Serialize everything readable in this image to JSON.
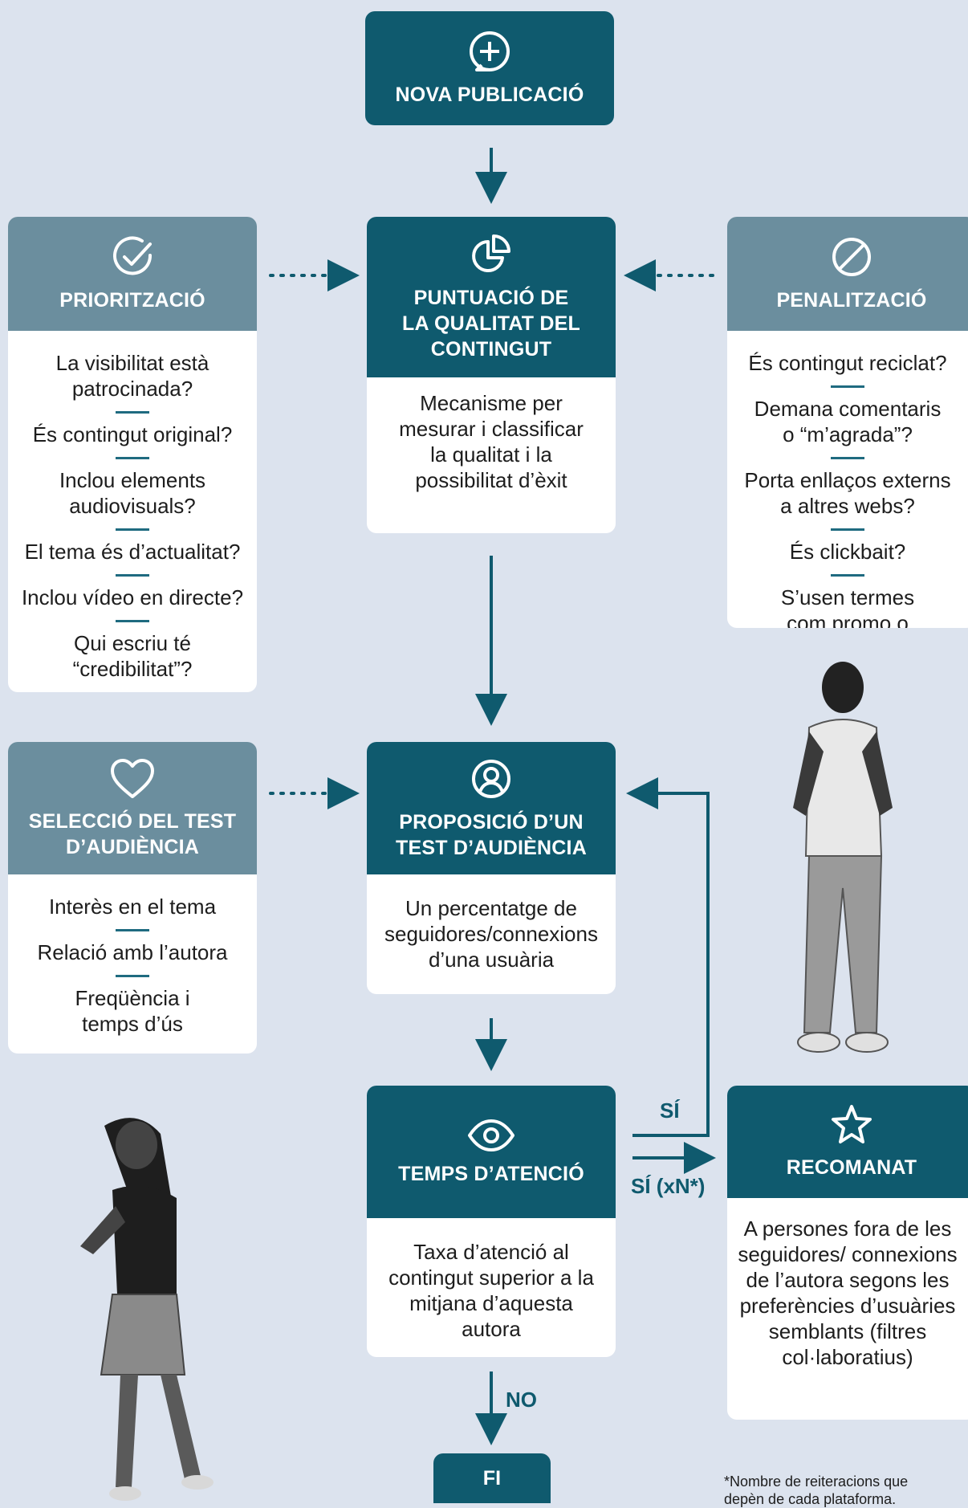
{
  "nodes": {
    "start": {
      "title": "NOVA PUBLICACIÓ",
      "icon": "plus-bubble-icon"
    },
    "prioritization": {
      "title": "PRIORITZACIÓ",
      "icon": "check-circle-icon",
      "items": [
        "La visibilitat està patrocinada?",
        "És contingut original?",
        "Inclou elements audiovisuals?",
        "El tema és d’actualitat?",
        "Inclou vídeo en directe?",
        "Qui escriu té “credibilitat”?"
      ]
    },
    "quality": {
      "title_lines": [
        "PUNTUACIÓ DE",
        "LA QUALITAT DEL",
        "CONTINGUT"
      ],
      "icon": "pie-chart-icon",
      "desc": "Mecanisme per mesurar i classificar la qualitat i la possibilitat d’èxit"
    },
    "penalization": {
      "title": "PENALITZACIÓ",
      "icon": "prohibited-icon",
      "items": [
        "És contingut reciclat?",
        "Demana comentaris o “m’agrada”?",
        "Porta enllaços externs a altres webs?",
        "És clickbait?",
        "S’usen termes com promo o gratis?"
      ]
    },
    "audience_selection": {
      "title_lines": [
        "SELECCIÓ DEL TEST",
        "D’AUDIÈNCIA"
      ],
      "icon": "heart-icon",
      "items": [
        "Interès en el tema",
        "Relació amb l’autora",
        "Freqüència i temps d’ús"
      ]
    },
    "audience_test": {
      "title_lines": [
        "PROPOSICIÓ D’UN",
        "TEST D’AUDIÈNCIA"
      ],
      "icon": "user-circle-icon",
      "desc": "Un percentatge de seguidores/connexions d’una usuària"
    },
    "attention": {
      "title": "TEMPS D’ATENCIÓ",
      "icon": "eye-icon",
      "desc": "Taxa d’atenció al contingut superior a la mitjana d’aquesta autora"
    },
    "recommended": {
      "title": "RECOMANAT",
      "icon": "star-icon",
      "desc": "A persones fora de les seguidores/ connexions de l’autora segons les preferències d’usuàries semblants (filtres col·laboratius)"
    },
    "end": {
      "title": "FI"
    }
  },
  "edge_labels": {
    "yes": "SÍ",
    "yes_n": "SÍ (xN*)",
    "no": "NO"
  },
  "footnote": "*Nombre de reiteracions que depèn de cada plataforma.",
  "colors": {
    "background": "#dce3ee",
    "primary": "#0f5a6e",
    "secondary": "#6b8e9e",
    "card": "#ffffff"
  }
}
